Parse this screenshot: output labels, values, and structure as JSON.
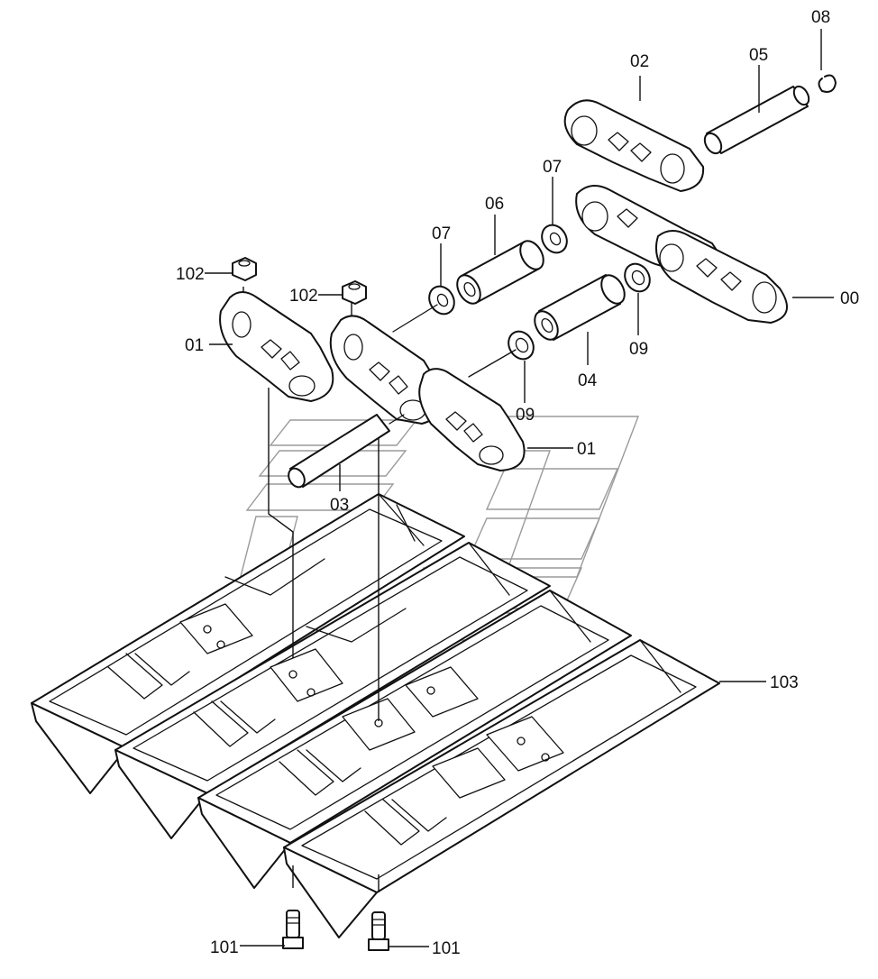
{
  "diagram": {
    "type": "exploded-parts-diagram",
    "subject": "Track link chain assembly with shoes",
    "parts": [
      {
        "id": "00",
        "label": "00",
        "name": "Track link assembly"
      },
      {
        "id": "01a",
        "label": "01",
        "name": "Track link (left)"
      },
      {
        "id": "01b",
        "label": "01",
        "name": "Track link (right)"
      },
      {
        "id": "02",
        "label": "02",
        "name": "Master link"
      },
      {
        "id": "03",
        "label": "03",
        "name": "Track pin"
      },
      {
        "id": "04",
        "label": "04",
        "name": "Bushing"
      },
      {
        "id": "05",
        "label": "05",
        "name": "Master pin"
      },
      {
        "id": "06",
        "label": "06",
        "name": "Master bushing"
      },
      {
        "id": "07a",
        "label": "07",
        "name": "Spacer"
      },
      {
        "id": "07b",
        "label": "07",
        "name": "Spacer"
      },
      {
        "id": "08",
        "label": "08",
        "name": "Snap ring"
      },
      {
        "id": "09a",
        "label": "09",
        "name": "Seal"
      },
      {
        "id": "09b",
        "label": "09",
        "name": "Seal"
      },
      {
        "id": "101a",
        "label": "101",
        "name": "Shoe bolt"
      },
      {
        "id": "101b",
        "label": "101",
        "name": "Shoe bolt"
      },
      {
        "id": "102a",
        "label": "102",
        "name": "Shoe nut"
      },
      {
        "id": "102b",
        "label": "102",
        "name": "Shoe nut"
      },
      {
        "id": "103",
        "label": "103",
        "name": "Track shoe"
      }
    ],
    "colors": {
      "line": "#111111",
      "watermark": "#9a9a9a",
      "background": "#ffffff"
    }
  }
}
